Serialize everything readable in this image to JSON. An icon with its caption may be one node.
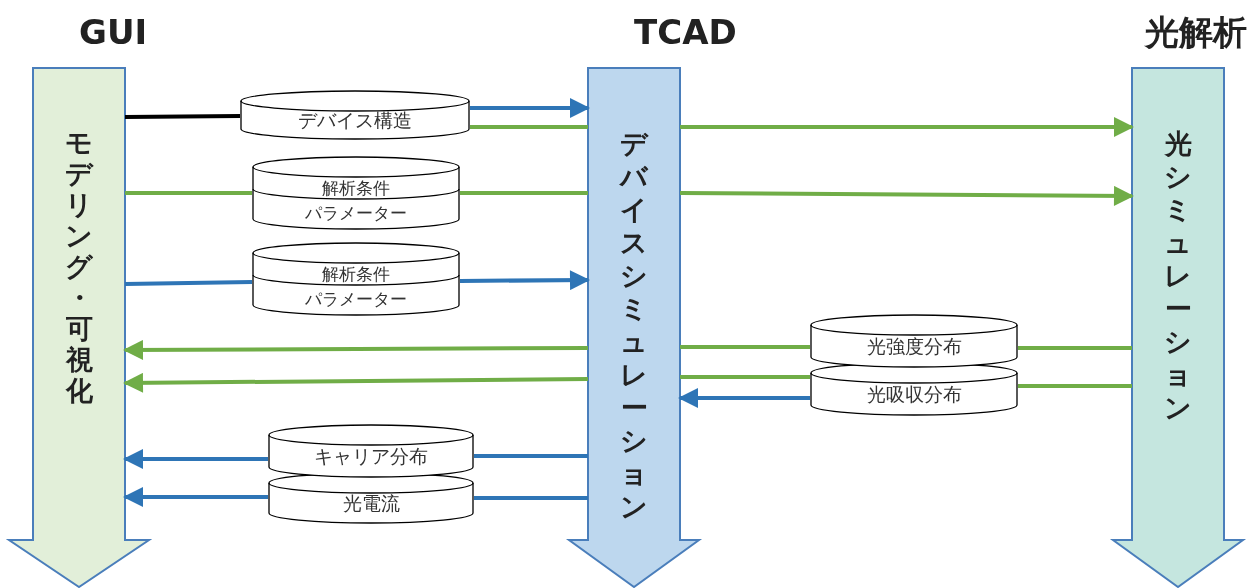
{
  "diagram": {
    "nodes": [
      {
        "text": [
          "GUI",
          "モデリング・可視化"
        ]
      },
      {
        "text": [
          "TCAD",
          "デバイスシミュレーション"
        ]
      },
      {
        "text": [
          "光解析",
          "光シミュレーション"
        ]
      },
      {
        "text": [
          "デバイス構造"
        ]
      },
      {
        "text": [
          "解析条件",
          "パラメーター"
        ]
      },
      {
        "text": [
          "解析条件",
          "パラメーター"
        ]
      },
      {
        "text": [
          "光強度分布"
        ]
      },
      {
        "text": [
          "光吸収分布"
        ]
      },
      {
        "text": [
          "キャリア分布"
        ]
      },
      {
        "text": [
          "光電流"
        ]
      }
    ],
    "edges": [
      {
        "from": 0,
        "to": 3,
        "arrow": "none",
        "color": "#000000"
      },
      {
        "from": 3,
        "to": 1,
        "arrow": "to",
        "color": "#2e75b6"
      },
      {
        "from": 3,
        "to": 1,
        "arrow": "none"
      },
      {
        "from": 1,
        "to": 2,
        "arrow": "to"
      },
      {
        "from": 0,
        "to": 4,
        "arrow": "none"
      },
      {
        "from": 4,
        "to": 1,
        "arrow": "none"
      },
      {
        "from": 1,
        "to": 2,
        "arrow": "to"
      },
      {
        "from": 0,
        "to": 5,
        "arrow": "none",
        "color": "#2e75b6"
      },
      {
        "from": 5,
        "to": 1,
        "arrow": "to",
        "color": "#2e75b6"
      },
      {
        "from": 2,
        "to": 6,
        "arrow": "none"
      },
      {
        "from": 6,
        "to": 1,
        "arrow": "none"
      },
      {
        "from": 1,
        "to": 0,
        "arrow": "to"
      },
      {
        "from": 2,
        "to": 7,
        "arrow": "none"
      },
      {
        "from": 7,
        "to": 1,
        "arrow": "none"
      },
      {
        "from": 1,
        "to": 0,
        "arrow": "to"
      },
      {
        "from": 7,
        "to": 1,
        "arrow": "to",
        "color": "#2e75b6"
      },
      {
        "from": 1,
        "to": 8,
        "arrow": "none",
        "color": "#2e75b6"
      },
      {
        "from": 8,
        "to": 0,
        "arrow": "to",
        "color": "#2e75b6"
      },
      {
        "from": 1,
        "to": 9,
        "arrow": "none",
        "color": "#2e75b6"
      },
      {
        "from": 9,
        "to": 0,
        "arrow": "to",
        "color": "#2e75b6"
      }
    ]
  }
}
